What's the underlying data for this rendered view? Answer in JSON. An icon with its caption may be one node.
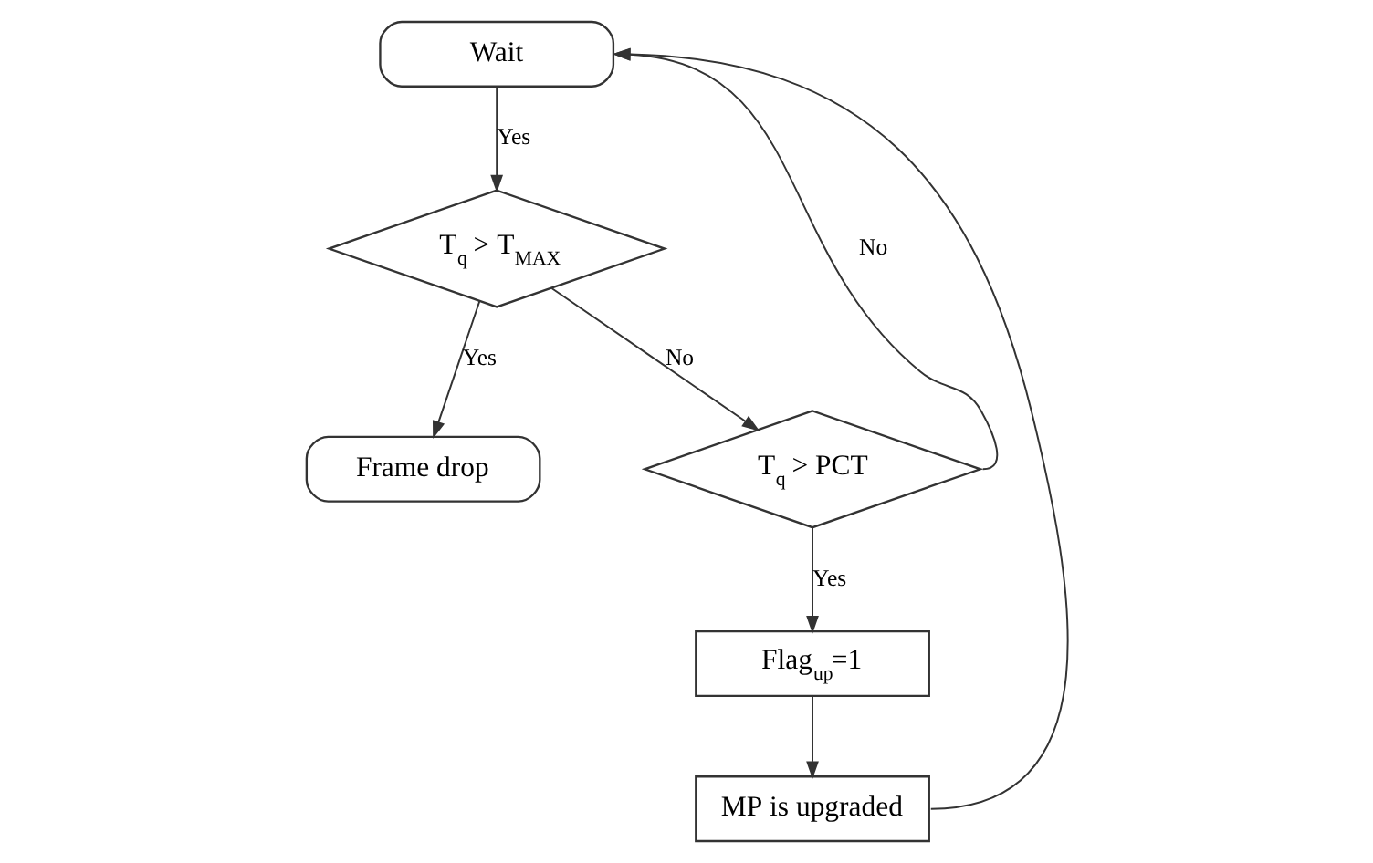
{
  "diagram": {
    "nodes": [
      {
        "text": [
          "Wait"
        ]
      },
      {
        "text": [
          "T$_{q}$ > T$_{MAX}$"
        ]
      },
      {
        "text": [
          "Frame drop"
        ]
      },
      {
        "text": [
          "T$_{q}$ > PCT"
        ]
      },
      {
        "text": [
          "Flag$_{up}$=1"
        ]
      },
      {
        "text": [
          "MP is upgraded"
        ]
      }
    ],
    "edges": [
      {
        "from": 0,
        "to": 1,
        "arrow": "to",
        "label": "Yes"
      },
      {
        "from": 1,
        "to": 2,
        "arrow": "to",
        "label": "Yes"
      },
      {
        "from": 1,
        "to": 3,
        "arrow": "to",
        "label": "No"
      },
      {
        "from": 3,
        "to": 4,
        "arrow": "to",
        "label": "Yes"
      },
      {
        "from": 3,
        "to": 0,
        "arrow": "to",
        "label": "No"
      },
      {
        "from": 4,
        "to": 5,
        "arrow": "to"
      },
      {
        "from": 5,
        "to": 0,
        "arrow": "to"
      }
    ]
  }
}
